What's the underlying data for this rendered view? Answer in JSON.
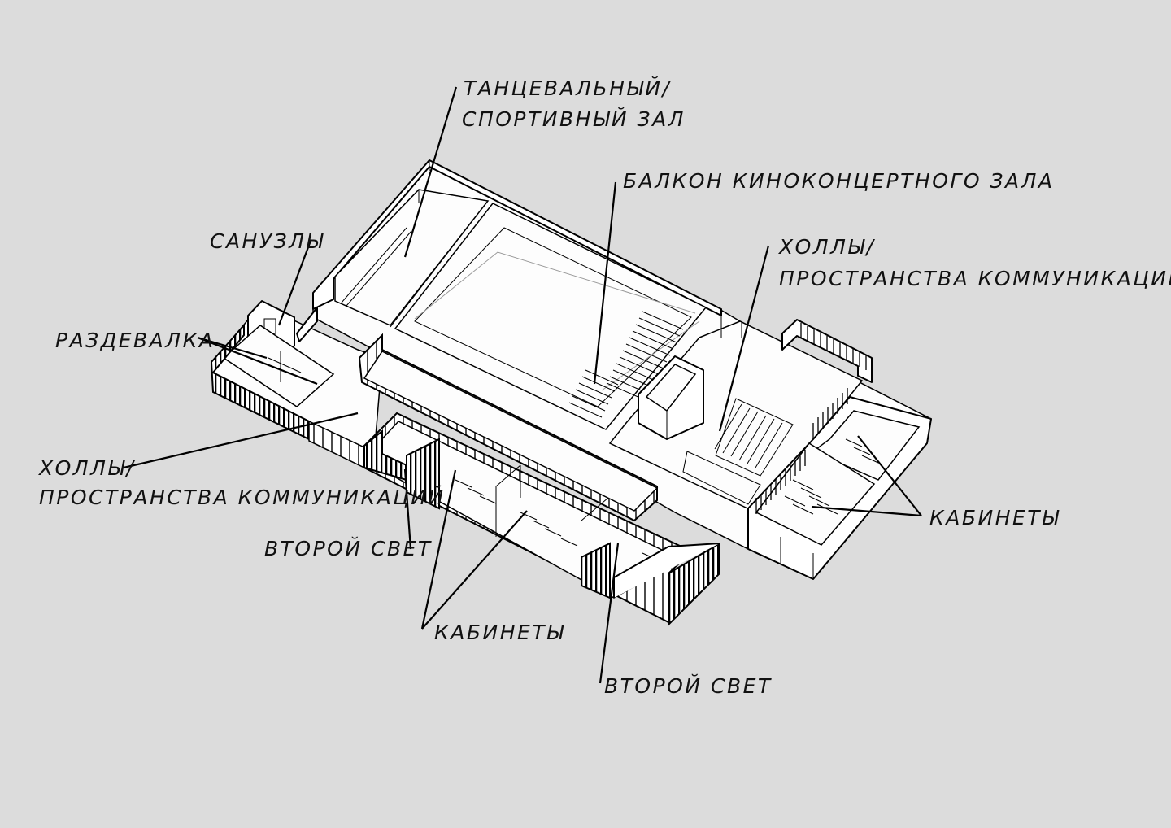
{
  "labels": {
    "dance_hall_1": "ТАНЦЕВАЛЬНЫЙ/",
    "dance_hall_2": "СПОРТИВНЫЙ ЗАЛ",
    "balcony": "БАЛКОН КИНОКОНЦЕРТНОГО ЗАЛА",
    "halls_right_1": "ХОЛЛЫ/",
    "halls_right_2": "ПРОСТРАНСТВА КОММУНИКАЦИЙ",
    "toilets": "САНУЗЛЫ",
    "cloakroom": "РАЗДЕВАЛКА",
    "halls_left_1": "ХОЛЛЫ/",
    "halls_left_2": "ПРОСТРАНСТВА КОММУНИКАЦИЙ",
    "double_height_1": "ВТОРОЙ СВЕТ",
    "cabinets_right": "КАБИНЕТЫ",
    "cabinets_bottom": "КАБИНЕТЫ",
    "double_height_2": "ВТОРОЙ СВЕТ"
  }
}
